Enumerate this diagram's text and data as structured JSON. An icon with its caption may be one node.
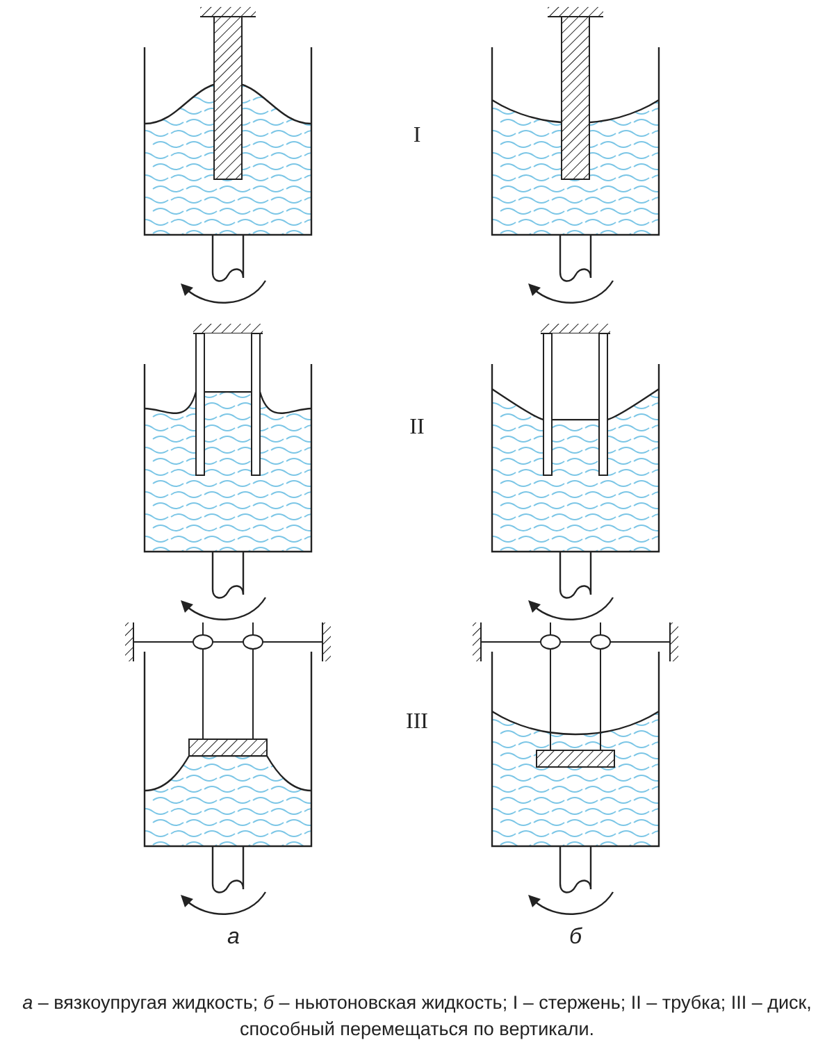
{
  "diagram": {
    "caption": "*а* – вязкоупругая жидкость; *б* – ньютоновская жидкость; I – стержень; II – трубка; III – диск, способный перемещаться по вертикали.",
    "labels": [
      "I",
      "II",
      "III",
      "а",
      "б"
    ]
  }
}
